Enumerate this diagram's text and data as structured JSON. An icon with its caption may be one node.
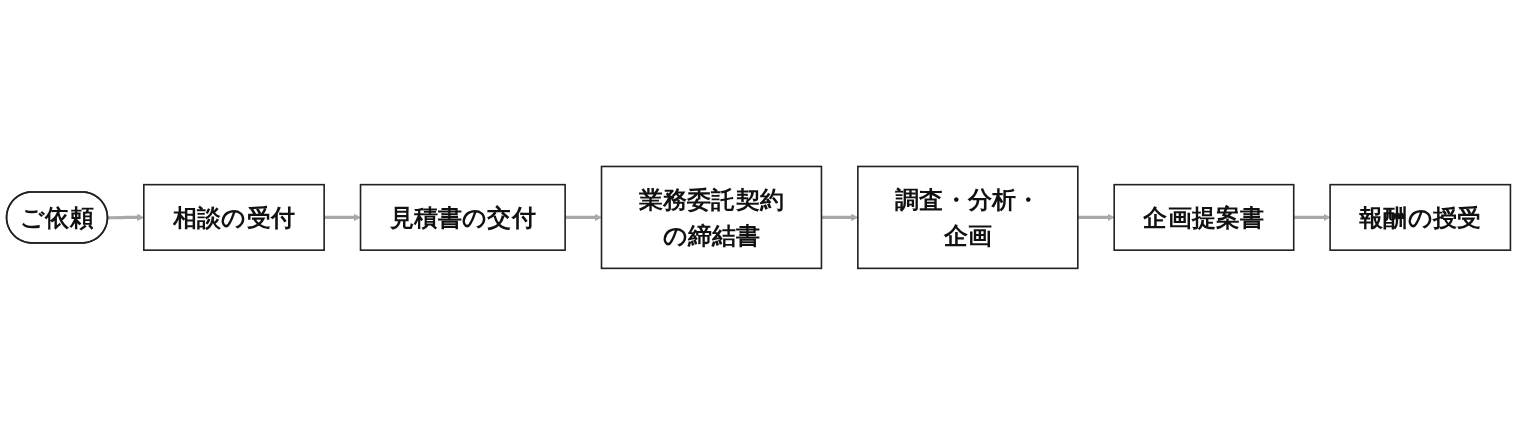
{
  "diagram": {
    "nodes": [
      {
        "text": [
          "ご依頼"
        ]
      },
      {
        "text": [
          "相談の受付"
        ]
      },
      {
        "text": [
          "見積書の交付"
        ]
      },
      {
        "text": [
          "業務委託契約の締結書"
        ]
      },
      {
        "text": [
          "調査・分析・企画"
        ]
      },
      {
        "text": [
          "企画提案書"
        ]
      },
      {
        "text": [
          "報酬の授受"
        ]
      }
    ],
    "edges": [
      {
        "from": 0,
        "to": 1,
        "arrow": "to"
      },
      {
        "from": 1,
        "to": 2,
        "arrow": "to"
      },
      {
        "from": 2,
        "to": 3,
        "arrow": "to"
      },
      {
        "from": 3,
        "to": 4,
        "arrow": "to"
      },
      {
        "from": 4,
        "to": 5,
        "arrow": "to"
      },
      {
        "from": 5,
        "to": 6,
        "arrow": "to"
      }
    ]
  }
}
